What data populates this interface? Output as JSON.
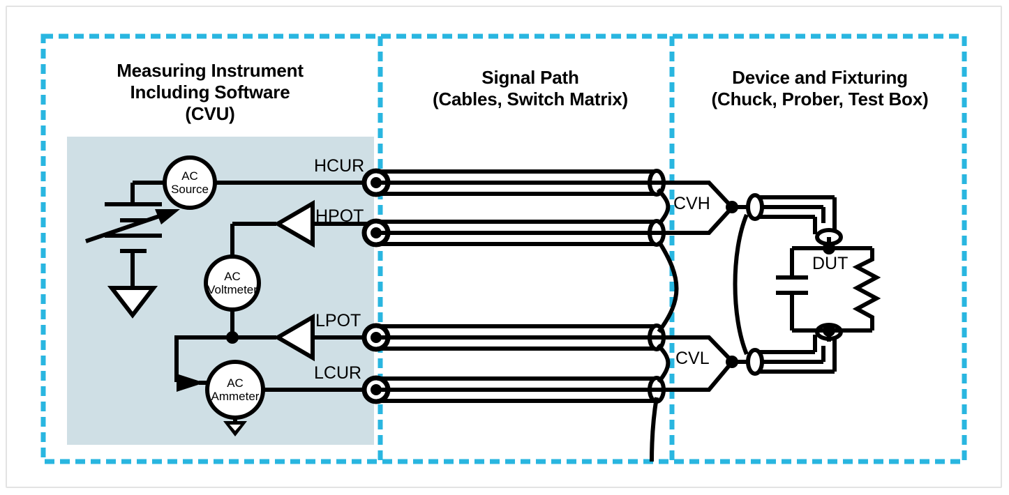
{
  "figure": {
    "kind": "measurement-system-block-diagram"
  },
  "panels": [
    {
      "id": "measuring-instrument",
      "title": "Measuring Instrument\nIncluding Software\n(CVU)"
    },
    {
      "id": "signal-path",
      "title": "Signal Path\n(Cables, Switch Matrix)"
    },
    {
      "id": "device-and-fixturing",
      "title": "Device and Fixturing\n(Chuck, Prober, Test Box)"
    }
  ],
  "instruments": [
    {
      "id": "ac-source",
      "label": "AC\nSource"
    },
    {
      "id": "ac-voltmeter",
      "label": "AC\nVoltmeter"
    },
    {
      "id": "ac-ammeter",
      "label": "AC\nAmmeter"
    }
  ],
  "signal_labels": [
    {
      "id": "hcur",
      "text": "HCUR"
    },
    {
      "id": "hpot",
      "text": "HPOT"
    },
    {
      "id": "lpot",
      "text": "LPOT"
    },
    {
      "id": "lcur",
      "text": "LCUR"
    }
  ],
  "connection_labels": [
    {
      "id": "cvh",
      "text": "CVH"
    },
    {
      "id": "cvl",
      "text": "CVL"
    }
  ],
  "device": {
    "label": "DUT",
    "elements": [
      "capacitor",
      "resistor"
    ]
  },
  "colors": {
    "panel_border": "#29b6e0",
    "instrument_shading": "#cfdfe5",
    "wire": "#000000",
    "outer_frame": "#e3e3e3",
    "background": "#ffffff"
  }
}
